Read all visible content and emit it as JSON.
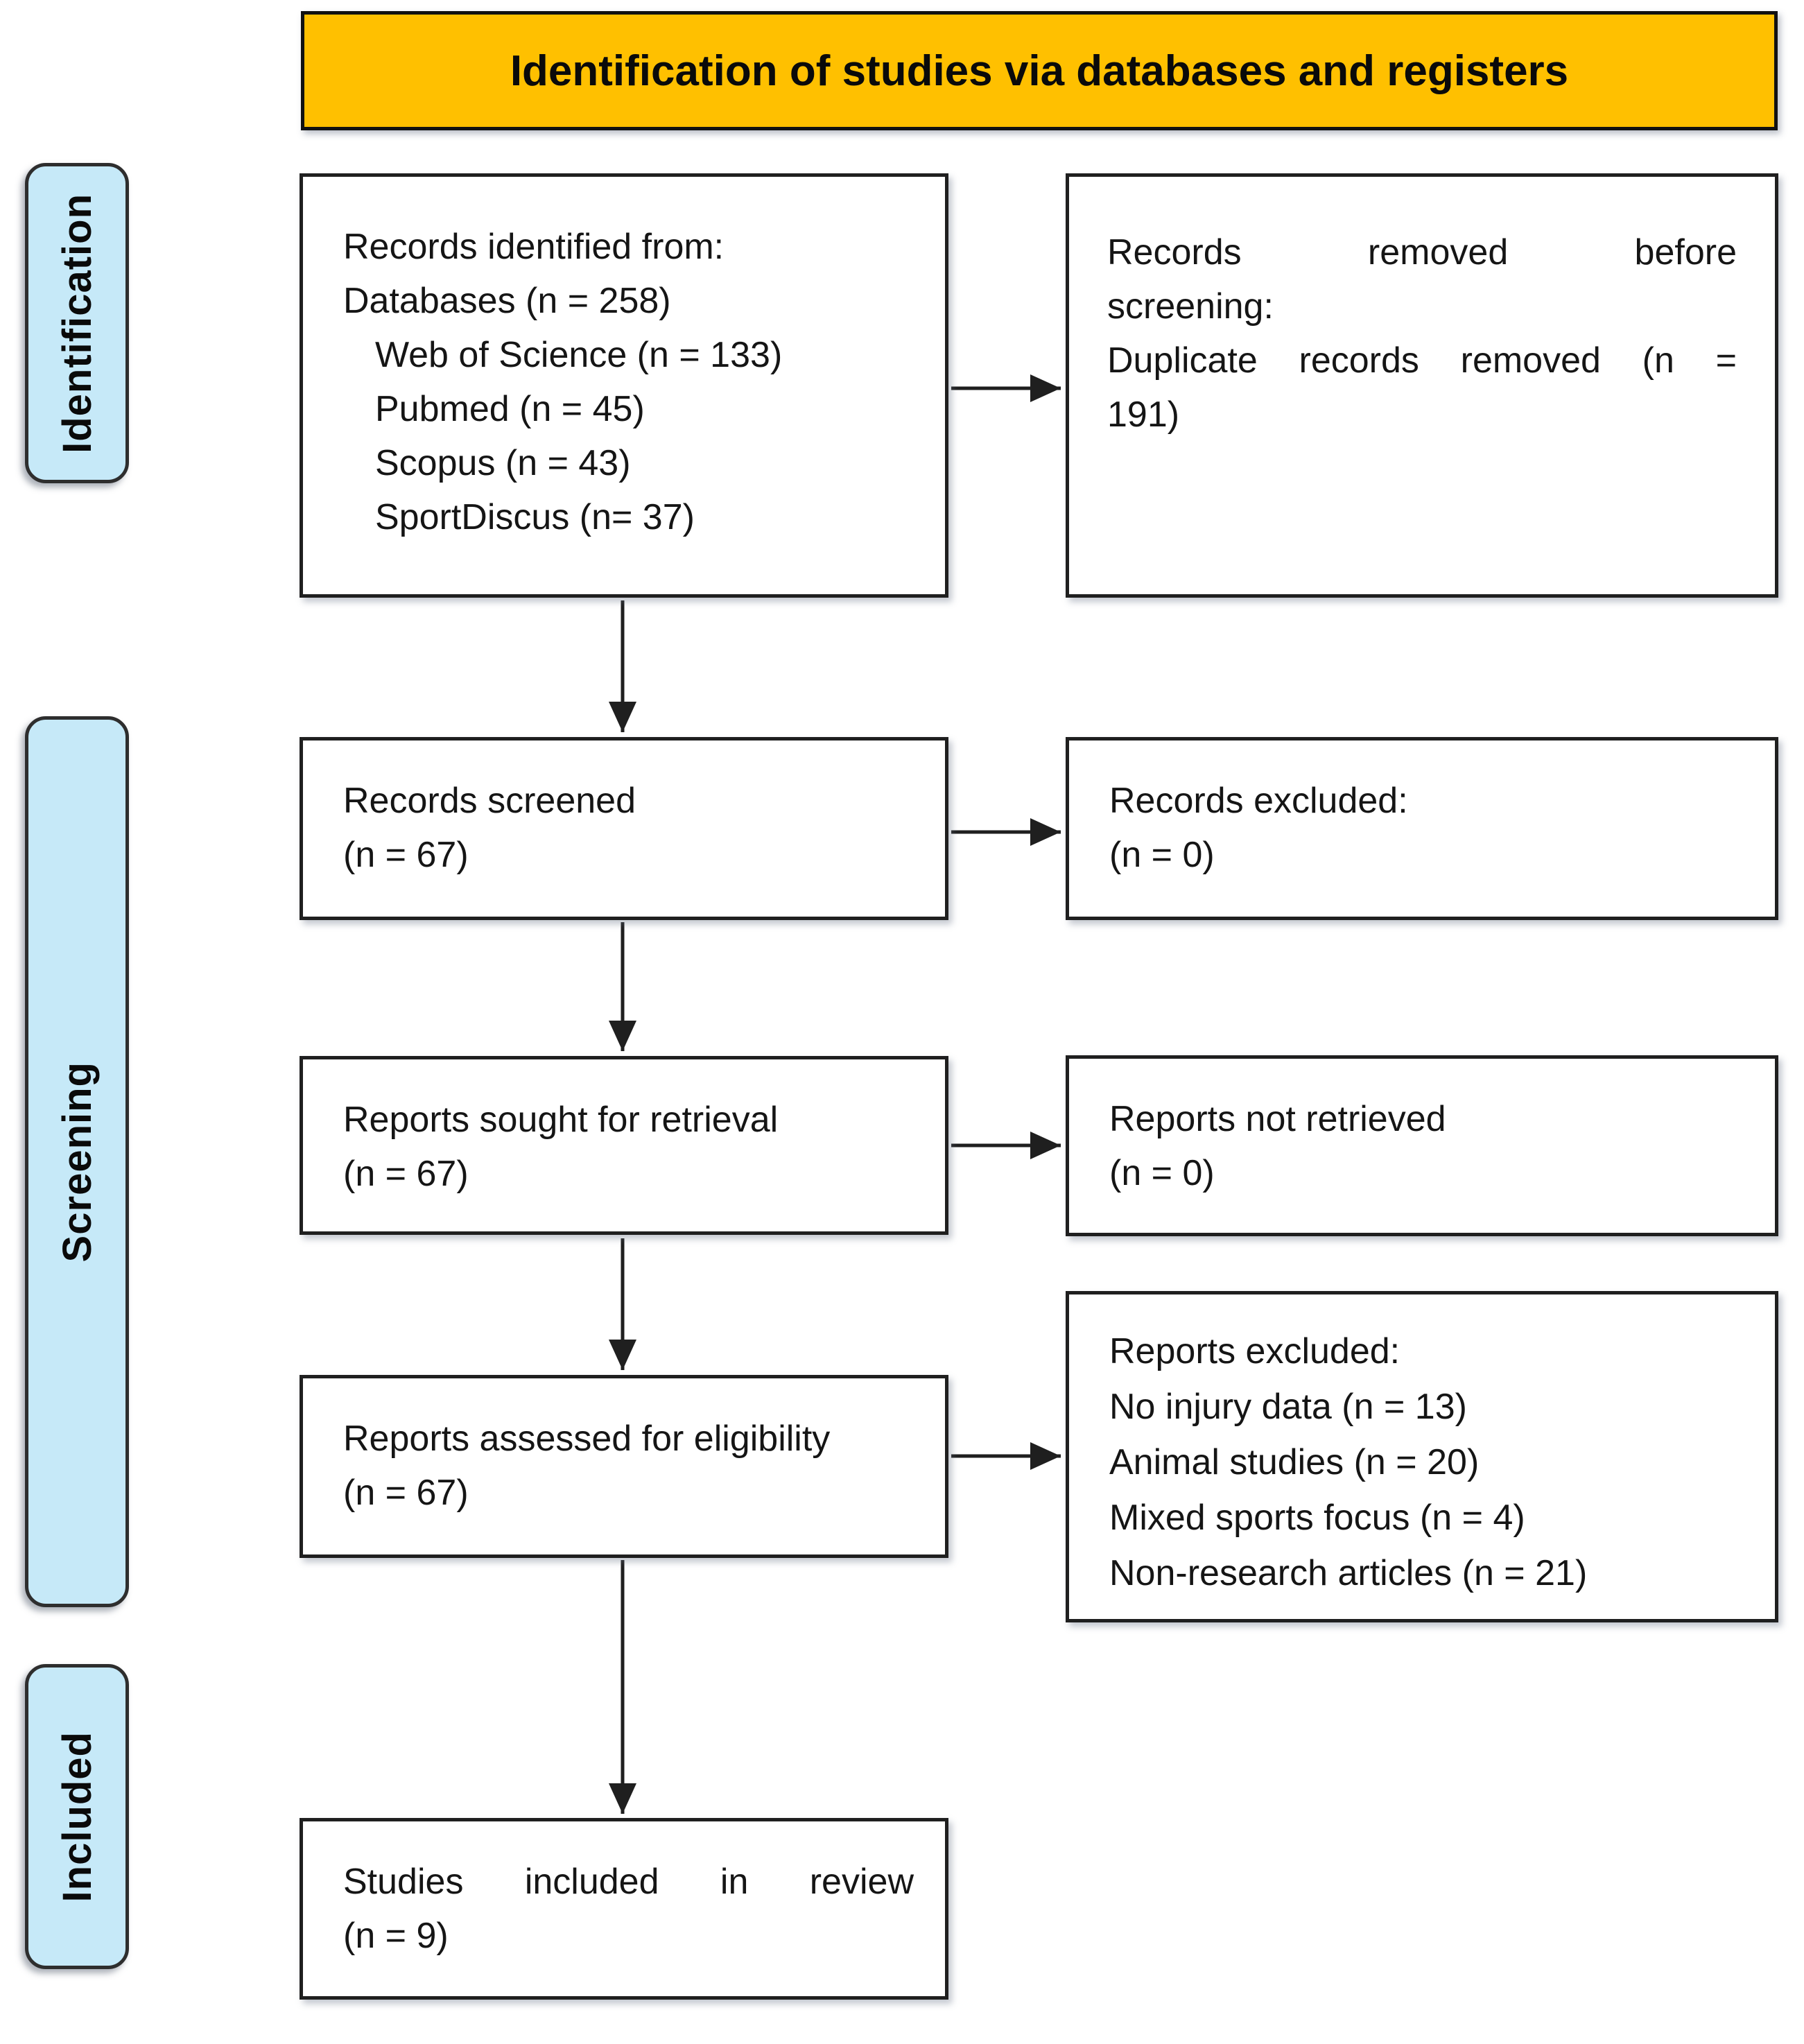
{
  "title": "Identification of studies via databases and registers",
  "stages": [
    {
      "label": "Identification"
    },
    {
      "label": "Screening"
    },
    {
      "label": "Included"
    }
  ],
  "boxes": {
    "records_identified": {
      "lines": [
        "Records identified from:",
        "Databases (n = 258)",
        "Web of Science (n = 133)",
        "Pubmed (n = 45)",
        "Scopus (n = 43)",
        "SportDiscus (n= 37)"
      ]
    },
    "records_removed": {
      "lines": [
        "Records removed before",
        "screening:",
        "Duplicate records removed (n =",
        "191)"
      ]
    },
    "records_screened": {
      "lines": [
        "Records screened",
        "(n = 67)"
      ]
    },
    "records_excluded": {
      "lines": [
        "Records excluded:",
        "(n = 0)"
      ]
    },
    "reports_sought": {
      "lines": [
        "Reports sought for retrieval",
        "(n = 67)"
      ]
    },
    "reports_not_retrieved": {
      "lines": [
        "Reports not retrieved",
        "(n = 0)"
      ]
    },
    "reports_assessed": {
      "lines": [
        "Reports assessed for eligibility",
        "(n = 67)"
      ]
    },
    "reports_excluded": {
      "lines": [
        "Reports excluded:",
        "No injury data (n = 13)",
        "Animal studies (n = 20)",
        "Mixed sports focus (n = 4)",
        "Non-research articles (n = 21)"
      ]
    },
    "studies_included": {
      "lines": [
        "Studies included in review",
        "(n = 9)"
      ]
    }
  },
  "colors": {
    "banner_bg": "#FFC000",
    "stage_bg": "#C6E9F8",
    "border": "#1f1f1f"
  }
}
